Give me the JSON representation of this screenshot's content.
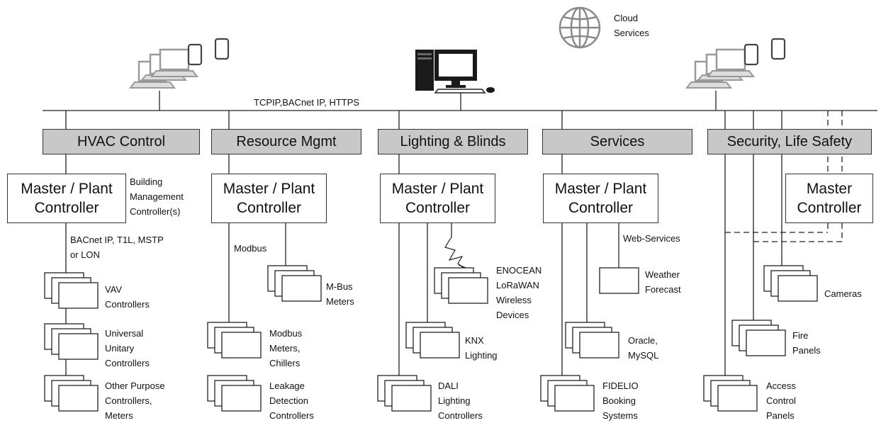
{
  "network_label": "TCPIP,BACnet IP, HTTPS",
  "cloud_label": "Cloud\nServices",
  "headers": [
    "HVAC Control",
    "Resource Mgmt",
    "Lighting & Blinds",
    "Services",
    "Security, Life Safety"
  ],
  "master_plant_controller": "Master / Plant\nController",
  "master_controller": "Master\nController",
  "hvac": {
    "bms_note": "Building\nManagement\nController(s)",
    "bus": "BACnet IP, T1L, MSTP\nor LON",
    "devices": [
      "VAV\nControllers",
      "Universal\nUnitary\nControllers",
      "Other Purpose\nControllers,\nMeters"
    ]
  },
  "resource": {
    "bus": "Modbus",
    "devices": [
      "M-Bus\nMeters",
      "Modbus\nMeters,\nChillers",
      "Leakage\nDetection\nControllers"
    ]
  },
  "lighting": {
    "devices": [
      "ENOCEAN\nLoRaWAN\nWireless\nDevices",
      "KNX\nLighting",
      "DALI\nLighting\nControllers"
    ]
  },
  "services": {
    "bus": "Web-Services",
    "devices": [
      "Weather\nForecast",
      "Oracle,\nMySQL",
      "FIDELIO\nBooking\nSystems"
    ]
  },
  "security": {
    "devices": [
      "Cameras",
      "Fire\nPanels",
      "Access\nControl\nPanels"
    ]
  }
}
